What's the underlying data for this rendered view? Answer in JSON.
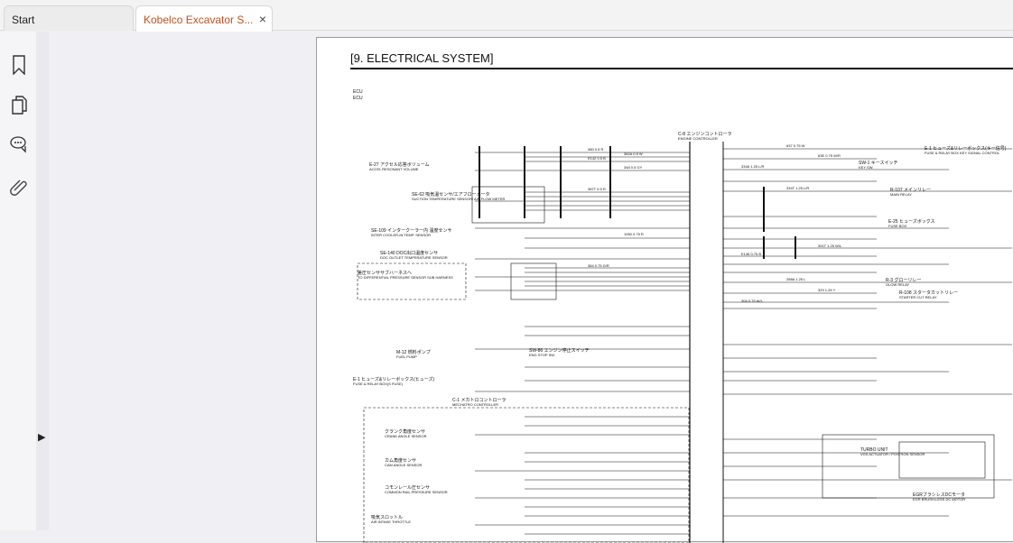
{
  "tabs": [
    {
      "label": "Start"
    },
    {
      "label": "Kobelco Excavator S...",
      "close": "×"
    }
  ],
  "sidebar": {
    "icons": [
      "bookmark-icon",
      "pages-icon",
      "comments-icon",
      "attachment-icon"
    ],
    "expand": "▶"
  },
  "page": {
    "header": "[9.   ELECTRICAL SYSTEM]",
    "ecu": [
      "ECU",
      "ECU"
    ],
    "components": [
      {
        "jp": "C-8 エンジンコントローラ",
        "en": "ENGINE CONTROLLER"
      },
      {
        "jp": "E-27 アクセル応答ボリューム",
        "en": "ACCEL RESONANT VOLUME"
      },
      {
        "jp": "SE-62 吸気温センサ/エアフローメータ",
        "en": "SUCTION TEMPERATURE SENSOR/ AIR FLOW METER"
      },
      {
        "jp": "SE-109 インタークーラー内 温度センサ",
        "en": "INTER COOLER-IN TEMP. SENSOR"
      },
      {
        "jp": "SE-140 DOC出口温度センサ",
        "en": "DOC OUTLET TEMPERATURE SENSOR"
      },
      {
        "jp": "差圧センササブハーネスへ",
        "en": "TO DIFFERENTIAL PRESSURE SENSOR SUB HARNESS"
      },
      {
        "jp": "M-12 燃料ポンプ",
        "en": "FUEL PUMP"
      },
      {
        "jp": "SW-86 エンジン停止スイッチ",
        "en": "ENG STOP SW."
      },
      {
        "jp": "E-1 ヒューズ&リレーボックス(ヒューズ)",
        "en": "FUSE & RELAY BOX(S FUSE)"
      },
      {
        "jp": "C-1 メカトロコントローラ",
        "en": "MECHATRO CONTROLLER"
      },
      {
        "jp": "クランク角度センサ",
        "en": "CRANK ANGLE SENSOR"
      },
      {
        "jp": "カム角度センサ",
        "en": "CAM ANGLE SENSOR"
      },
      {
        "jp": "コモンレール圧センサ",
        "en": "COMMON RAIL PRESSURE SENSOR"
      },
      {
        "jp": "吸気スロットル",
        "en": "AIR INTAKE THROTTLE"
      },
      {
        "jp": "E-1 ヒューズ&リレーボックス(キー信号)",
        "en": "FUSE & RELAY BOX KEY SIGNAL CONTROL"
      },
      {
        "jp": "SW-1 キースイッチ",
        "en": "KEY SW."
      },
      {
        "jp": "R-107 メインリレー",
        "en": "MAIN RELAY"
      },
      {
        "jp": "E-25 ヒューズボックス",
        "en": "FUSE BOX"
      },
      {
        "jp": "R-3 グローリレー",
        "en": "GLOW RELAY"
      },
      {
        "jp": "R-108 スタータカットリレー",
        "en": "STARTER CUT RELAY"
      },
      {
        "jp": "TURBO UNIT",
        "en": "VGS ACTUATOR / POSITION SENSOR"
      },
      {
        "jp": "EGRブラシレスDCモータ",
        "en": "EGR BRUSH-LESS DC MOTOR"
      }
    ],
    "wires": [
      "380 0.5 R",
      "382A 0.5 W",
      "E142 0.5 B",
      "348 0.5 GY",
      "387T 0.5 R",
      "1050 0.75 R",
      "384 0.75 G/R",
      "637 0.75 W",
      "63E 0.75 W/R",
      "334A 1.25 L/R",
      "334T 1.25 L/R",
      "391T 1.25 W/L",
      "E136 0.75 B",
      "268A 1.25 L",
      "329 1.25 Y",
      "304 0.75 W/L"
    ]
  }
}
